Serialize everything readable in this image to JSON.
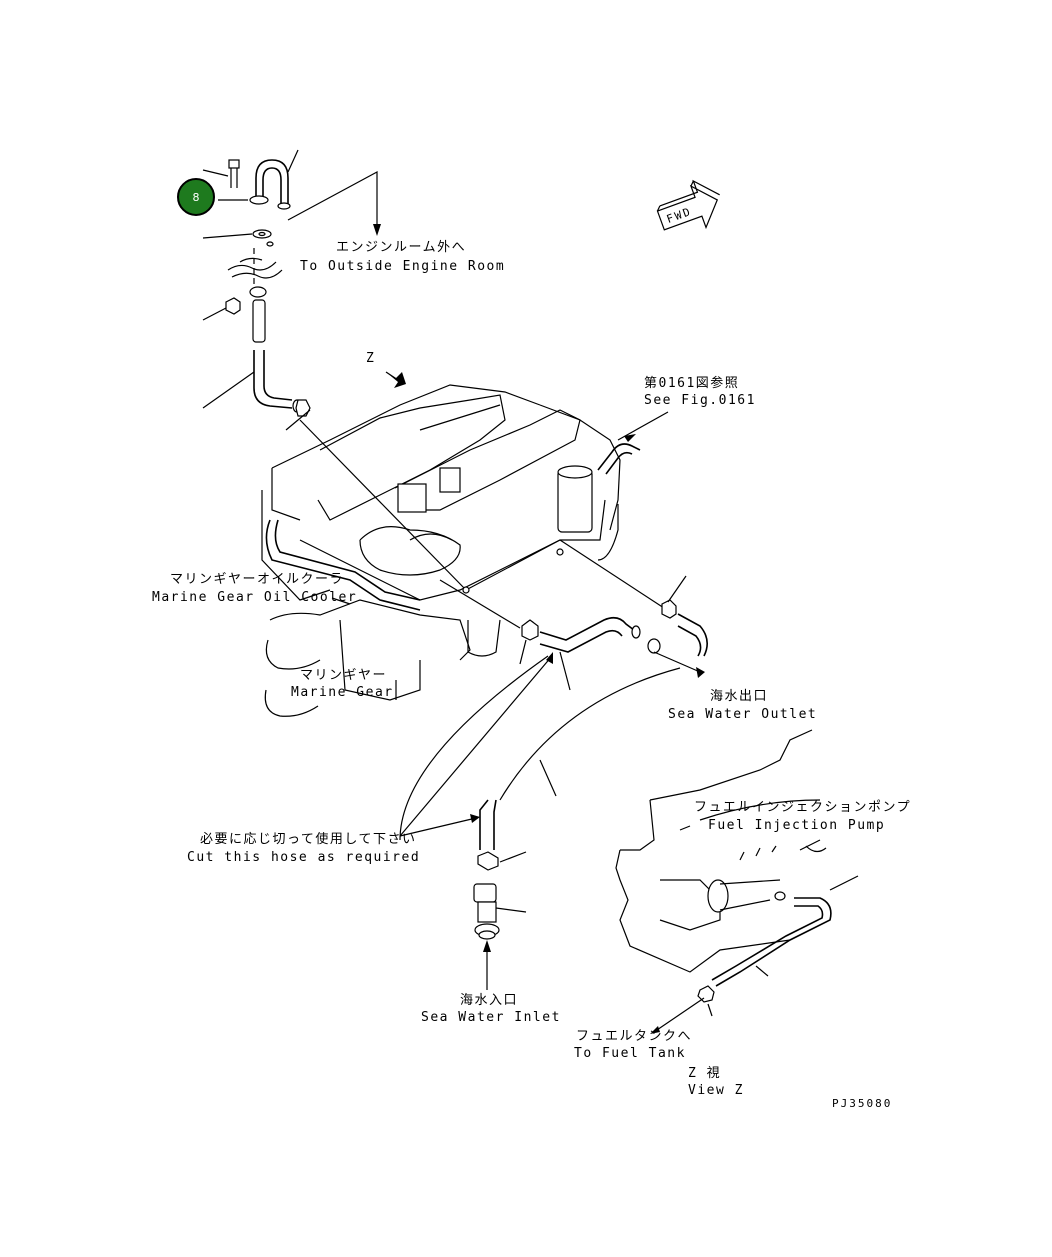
{
  "callout": {
    "number": "8",
    "color": "#1e7a1e"
  },
  "labels": {
    "outside_jp": "エンジンルーム外へ",
    "outside_en": "To Outside Engine Room",
    "fwd": "FWD",
    "view_marker": "Z",
    "see_fig_jp": "第0161図参照",
    "see_fig_en": "See Fig.0161",
    "gear_cooler_jp": "マリンギヤーオイルクーラ",
    "gear_cooler_en": "Marine Gear Oil Cooler",
    "marine_gear_jp": "マリンギヤー",
    "marine_gear_en": "Marine Gear",
    "sea_outlet_jp": "海水出口",
    "sea_outlet_en": "Sea Water Outlet",
    "cut_hose_jp": "必要に応じ切って使用して下さい",
    "cut_hose_en": "Cut this hose as required",
    "sea_inlet_jp": "海水入口",
    "sea_inlet_en": "Sea Water Inlet",
    "pump_jp": "フュエルインジェクションポンプ",
    "pump_en": "Fuel Injection Pump",
    "fuel_tank_jp": "フュエルタンクへ",
    "fuel_tank_en": "To Fuel Tank",
    "view_z_jp": "Z  視",
    "view_z_en": "View Z",
    "drawing_no": "PJ35080"
  }
}
